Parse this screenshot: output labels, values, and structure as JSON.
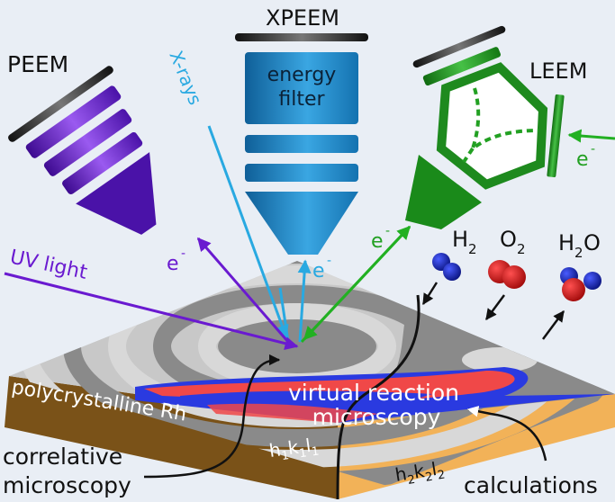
{
  "title_labels": {
    "peem": "PEEM",
    "xpeem": "XPEEM",
    "leem": "LEEM"
  },
  "xpeem_component": {
    "line1": "energy",
    "line2": "filter"
  },
  "beams": {
    "xrays": "X-rays",
    "uv_light": "UV light",
    "electron": "e",
    "electron_sup": "-"
  },
  "molecules": {
    "h2": {
      "base": "H",
      "sub": "2"
    },
    "o2": {
      "base": "O",
      "sub": "2"
    },
    "h2o": {
      "base": "H",
      "sub": "2",
      "tail": "O"
    }
  },
  "sample": {
    "material": "polycrystalline Rh",
    "grain1": {
      "h": "h",
      "h_sub": "1",
      "k": "k",
      "k_sub": "1",
      "l": "l",
      "l_sub": "1"
    },
    "grain2": {
      "h": "h",
      "h_sub": "2",
      "k": "k",
      "k_sub": "2",
      "l": "l",
      "l_sub": "2"
    },
    "overlay_line1": "virtual reaction",
    "overlay_line2": "microscopy"
  },
  "annotations": {
    "correlative_line1": "correlative",
    "correlative_line2": "microscopy",
    "calculations": "calculations"
  },
  "colors": {
    "background": "#e9eef5",
    "peem_purple": "#5a1ab8",
    "xpeem_blue": "#1a84c4",
    "xray_blue": "#29a9e1",
    "leem_green": "#1f9a1f",
    "hydrogen_blue": "#1020b0",
    "oxygen_red": "#d01818",
    "side_brown": "#7a5218",
    "side_orange": "#f2b258",
    "stripe_red": "#f04848",
    "stripe_blue": "#2a3ae0"
  }
}
